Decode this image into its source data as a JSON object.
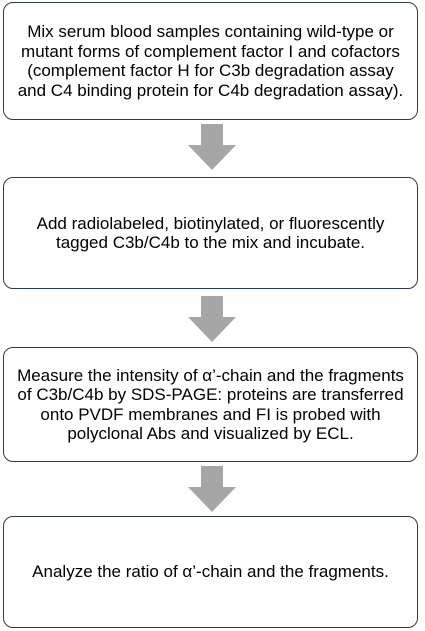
{
  "steps": [
    {
      "text": "Mix serum blood samples containing wild-type or mutant forms of complement factor I and cofactors (complement factor H for C3b degradation assay and C4 binding protein for C4b degradation assay)."
    },
    {
      "text": "Add radiolabeled, biotinylated, or fluorescently tagged C3b/C4b to the mix and incubate."
    },
    {
      "text": "Measure the intensity of α’-chain and the fragments of C3b/C4b by SDS-PAGE: proteins are transferred onto PVDF membranes and FI is probed with polyclonal Abs and visualized by ECL."
    },
    {
      "text": "Analyze the ratio of α’-chain and the fragments."
    }
  ],
  "colors": {
    "box_border": "#2e3a4f",
    "arrow_fill": "#a6a6a6"
  },
  "icons": {
    "connector": "down-arrow-icon"
  }
}
